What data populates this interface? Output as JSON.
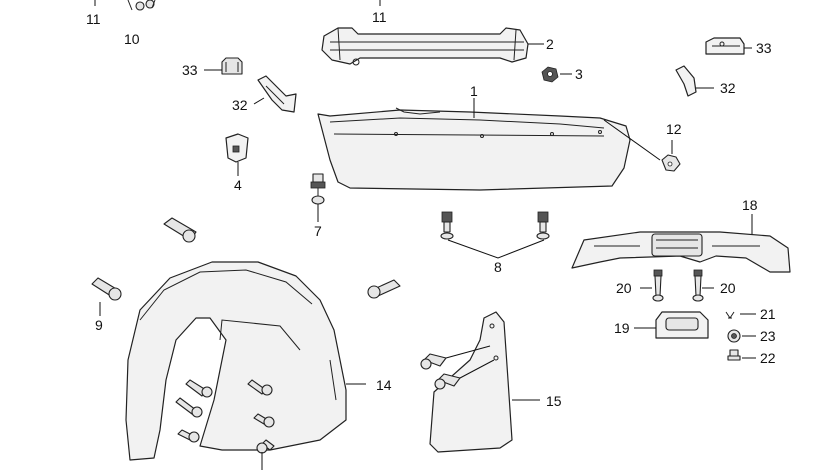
{
  "diagram": {
    "callouts": [
      {
        "id": "c1",
        "text": "1"
      },
      {
        "id": "c2",
        "text": "2"
      },
      {
        "id": "c3",
        "text": "3"
      },
      {
        "id": "c4",
        "text": "4"
      },
      {
        "id": "c7",
        "text": "7"
      },
      {
        "id": "c8",
        "text": "8"
      },
      {
        "id": "c9",
        "text": "9"
      },
      {
        "id": "c10",
        "text": "10"
      },
      {
        "id": "c11a",
        "text": "11"
      },
      {
        "id": "c11b",
        "text": "11"
      },
      {
        "id": "c12",
        "text": "12"
      },
      {
        "id": "c14",
        "text": "14"
      },
      {
        "id": "c15",
        "text": "15"
      },
      {
        "id": "c18",
        "text": "18"
      },
      {
        "id": "c19",
        "text": "19"
      },
      {
        "id": "c20a",
        "text": "20"
      },
      {
        "id": "c20b",
        "text": "20"
      },
      {
        "id": "c21",
        "text": "21"
      },
      {
        "id": "c22",
        "text": "22"
      },
      {
        "id": "c23",
        "text": "23"
      },
      {
        "id": "c32a",
        "text": "32"
      },
      {
        "id": "c32b",
        "text": "32"
      },
      {
        "id": "c33a",
        "text": "33"
      },
      {
        "id": "c33b",
        "text": "33"
      }
    ]
  }
}
